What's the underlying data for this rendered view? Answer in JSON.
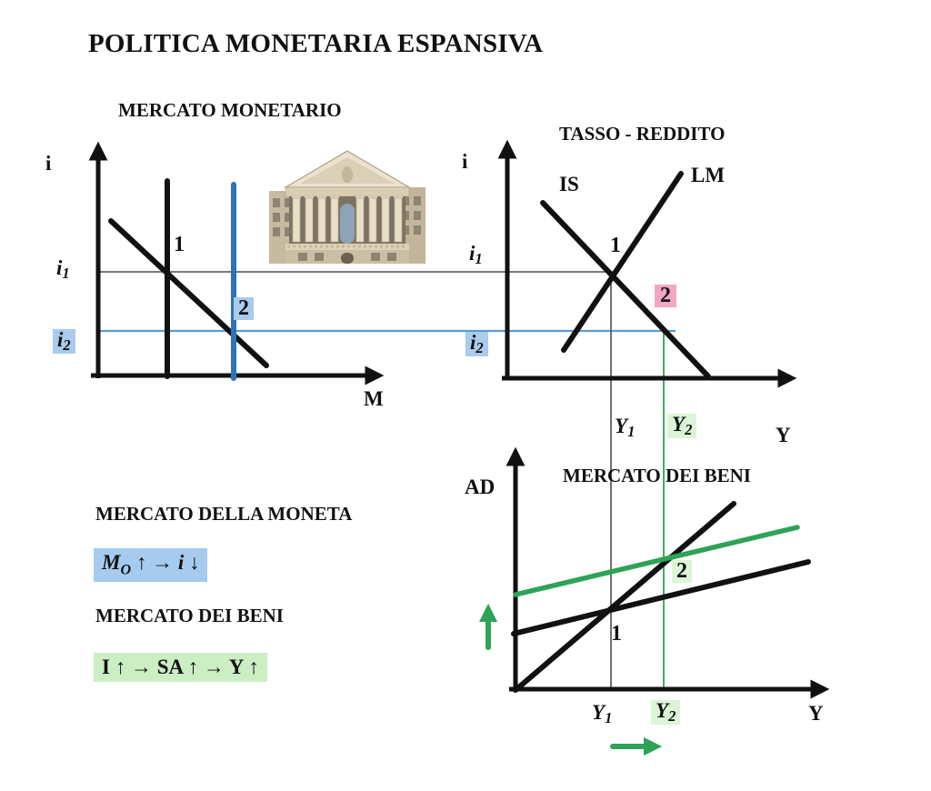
{
  "title": "POLITICA MONETARIA ESPANSIVA",
  "money_market": {
    "title": "MERCATO MONETARIO",
    "y_axis_label": "i",
    "x_axis_label": "M",
    "supply1_label": "1",
    "supply2_label": "2",
    "i1": {
      "base": "i",
      "sub": "1"
    },
    "i2": {
      "base": "i",
      "sub": "2"
    }
  },
  "islm": {
    "title": "TASSO - REDDITO",
    "y_axis_label": "i",
    "x_axis_label": "Y",
    "is_label": "IS",
    "lm_label": "LM",
    "point1_label": "1",
    "point2_label": "2",
    "i1": {
      "base": "i",
      "sub": "1"
    },
    "i2": {
      "base": "i",
      "sub": "2"
    },
    "y1": {
      "base": "Y",
      "sub": "1"
    },
    "y2": {
      "base": "Y",
      "sub": "2"
    }
  },
  "goods_market": {
    "title": "MERCATO DEI BENI",
    "y_axis_label": "AD",
    "x_axis_label": "Y",
    "point1_label": "1",
    "point2_label": "2",
    "y1": {
      "base": "Y",
      "sub": "1"
    },
    "y2": {
      "base": "Y",
      "sub": "2"
    }
  },
  "notes": {
    "money_heading": "MERCATO DELLA MONETA",
    "money_formula": {
      "var1": "M",
      "var1_sub": "O",
      "mid": " ↑ → ",
      "var2": "i",
      "end": " ↓"
    },
    "goods_heading": "MERCATO DEI BENI",
    "goods_formula": "I ↑ → SA ↑ → Y ↑"
  },
  "colors": {
    "supply2_blue": "#2e74b5",
    "i2_guide_blue": "#5b9bd5",
    "green": "#2ea355",
    "guide_gray": "#4d4d4d",
    "highlight_blue": "#a9cbec",
    "highlight_pink": "#f2a6c3",
    "highlight_green": "#dcf5d6",
    "text": "#111111"
  }
}
